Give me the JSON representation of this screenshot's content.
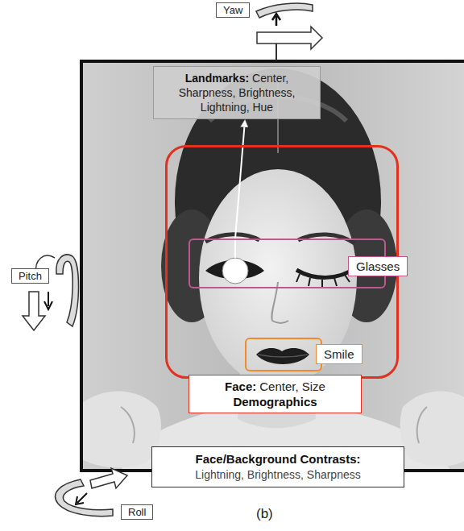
{
  "diagram": {
    "caption": "(b)",
    "nodes": [
      {
        "text": [
          "Landmarks:",
          "Center, Sharpness, Brightness, Lightning, Hue"
        ]
      },
      {
        "text": [
          "Face:",
          "Center, Size",
          "Demographics"
        ]
      },
      {
        "text": [
          "Glasses"
        ],
        "in": 1
      },
      {
        "text": [
          "Smile"
        ],
        "in": 1
      },
      {
        "text": [
          "Face/Background Contrasts:",
          "Lightning, Brightness, Sharpness"
        ]
      },
      {
        "text": [
          "Yaw"
        ]
      },
      {
        "text": [
          "Pitch"
        ]
      },
      {
        "text": [
          "Roll"
        ]
      }
    ],
    "edges": [
      {
        "from": 2,
        "to": 0,
        "arrow": "to"
      }
    ]
  }
}
